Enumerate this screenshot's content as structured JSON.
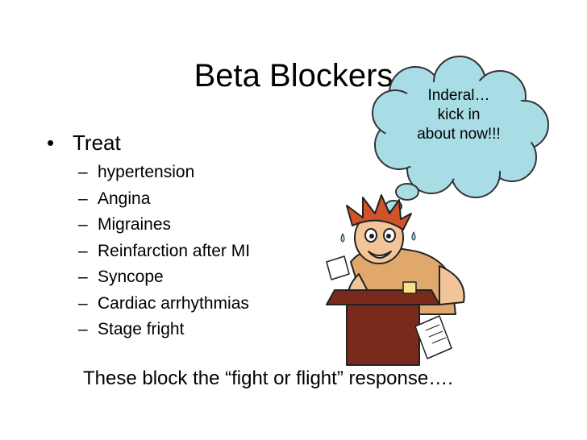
{
  "slide": {
    "title": "Beta Blockers",
    "main_bullet": {
      "marker": "•",
      "label": "Treat"
    },
    "sub_bullets": [
      {
        "marker": "–",
        "label": "hypertension"
      },
      {
        "marker": "–",
        "label": "Angina"
      },
      {
        "marker": "–",
        "label": "Migraines"
      },
      {
        "marker": "–",
        "label": "Reinfarction after MI"
      },
      {
        "marker": "–",
        "label": "Syncope"
      },
      {
        "marker": "–",
        "label": "Cardiac arrhythmias"
      },
      {
        "marker": "–",
        "label": "Stage fright"
      }
    ],
    "footer": "These block the “fight or flight” response…."
  },
  "thought_bubble": {
    "lines": [
      "Inderal…",
      "kick in",
      "about now!!!"
    ],
    "fill_color": "#a9dde6",
    "outline_color": "#333333"
  },
  "cartoon": {
    "icon": "nervous-speaker-at-podium-icon",
    "podium_color": "#7a2a1a",
    "hair_color": "#d0532a",
    "shirt_color": "#e0a86a",
    "skin_color": "#f2c49a"
  }
}
